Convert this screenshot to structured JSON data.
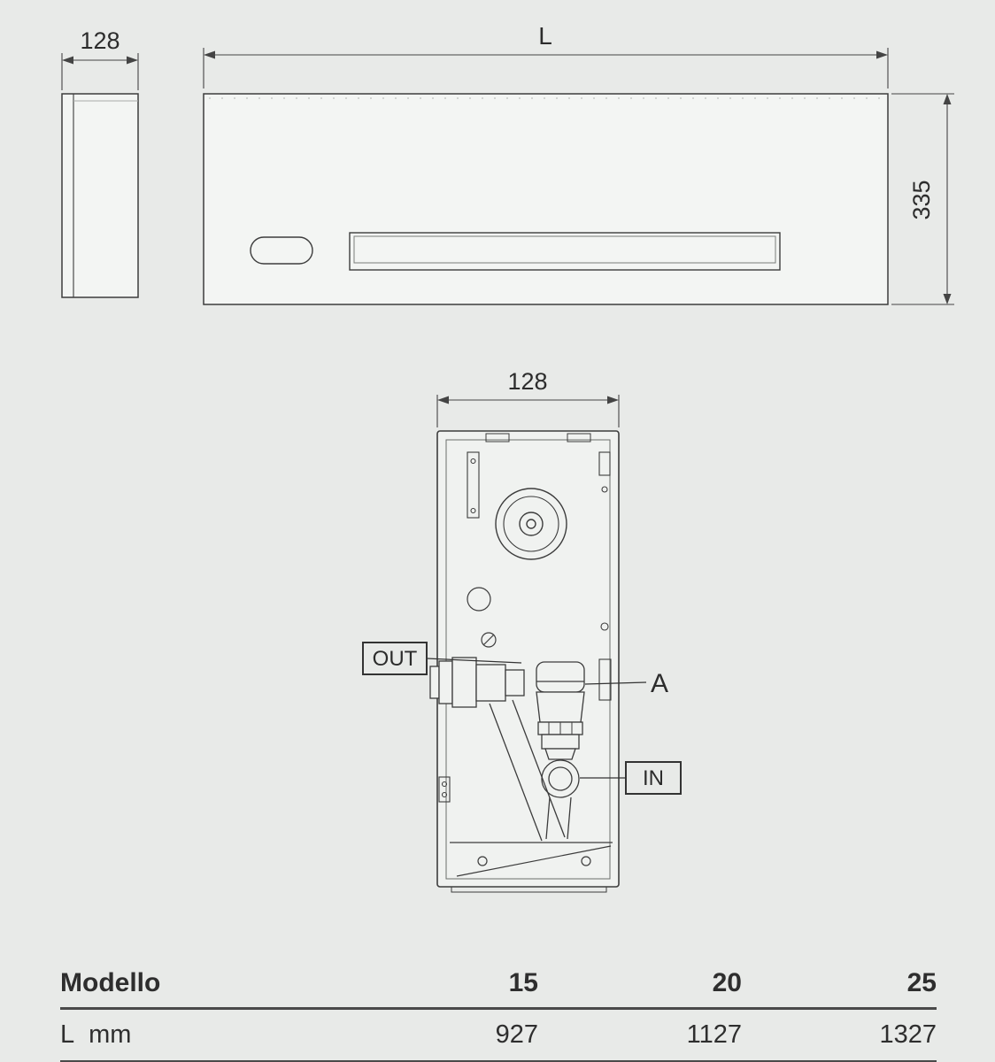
{
  "colors": {
    "background": "#e8eae8",
    "line": "#3c3c3c",
    "panel_fill": "#f3f5f3"
  },
  "top_drawing": {
    "side_view": {
      "width_dim": "128"
    },
    "front_view": {
      "length_dim": "L",
      "height_dim": "335"
    }
  },
  "section_drawing": {
    "depth_dim": "128",
    "labels": {
      "out": "OUT",
      "in": "IN",
      "valve": "A"
    }
  },
  "table": {
    "header_label": "Modello",
    "columns": [
      "15",
      "20",
      "25"
    ],
    "row": {
      "label": "L",
      "unit": "mm",
      "values": [
        "927",
        "1127",
        "1327"
      ]
    }
  }
}
